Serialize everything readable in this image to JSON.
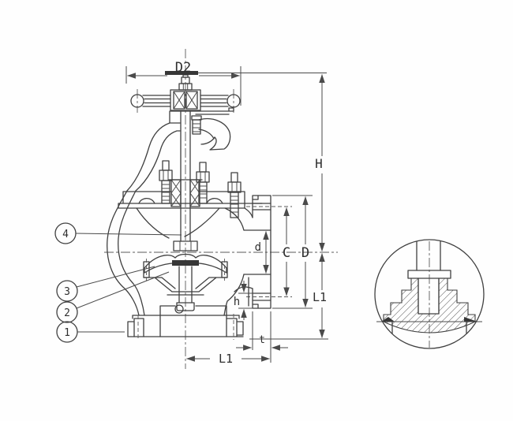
{
  "diagram": {
    "type": "technical-drawing",
    "subject": "flanged angle globe valve cross-section with enlarged seat detail",
    "colors": {
      "line": "#404040",
      "background": "#fefefe",
      "text": "#2f2f2f"
    },
    "dim_labels": {
      "d2": "D2",
      "h_overall": "H",
      "bore_d": "d",
      "bolt_circle_c": "C",
      "flange_d": "D",
      "l1_right": "L1",
      "h_small": "h",
      "t_thickness": "t",
      "l1_bottom": "L1"
    },
    "callouts": {
      "c1": "1",
      "c2": "2",
      "c3": "3",
      "c4": "4"
    }
  }
}
